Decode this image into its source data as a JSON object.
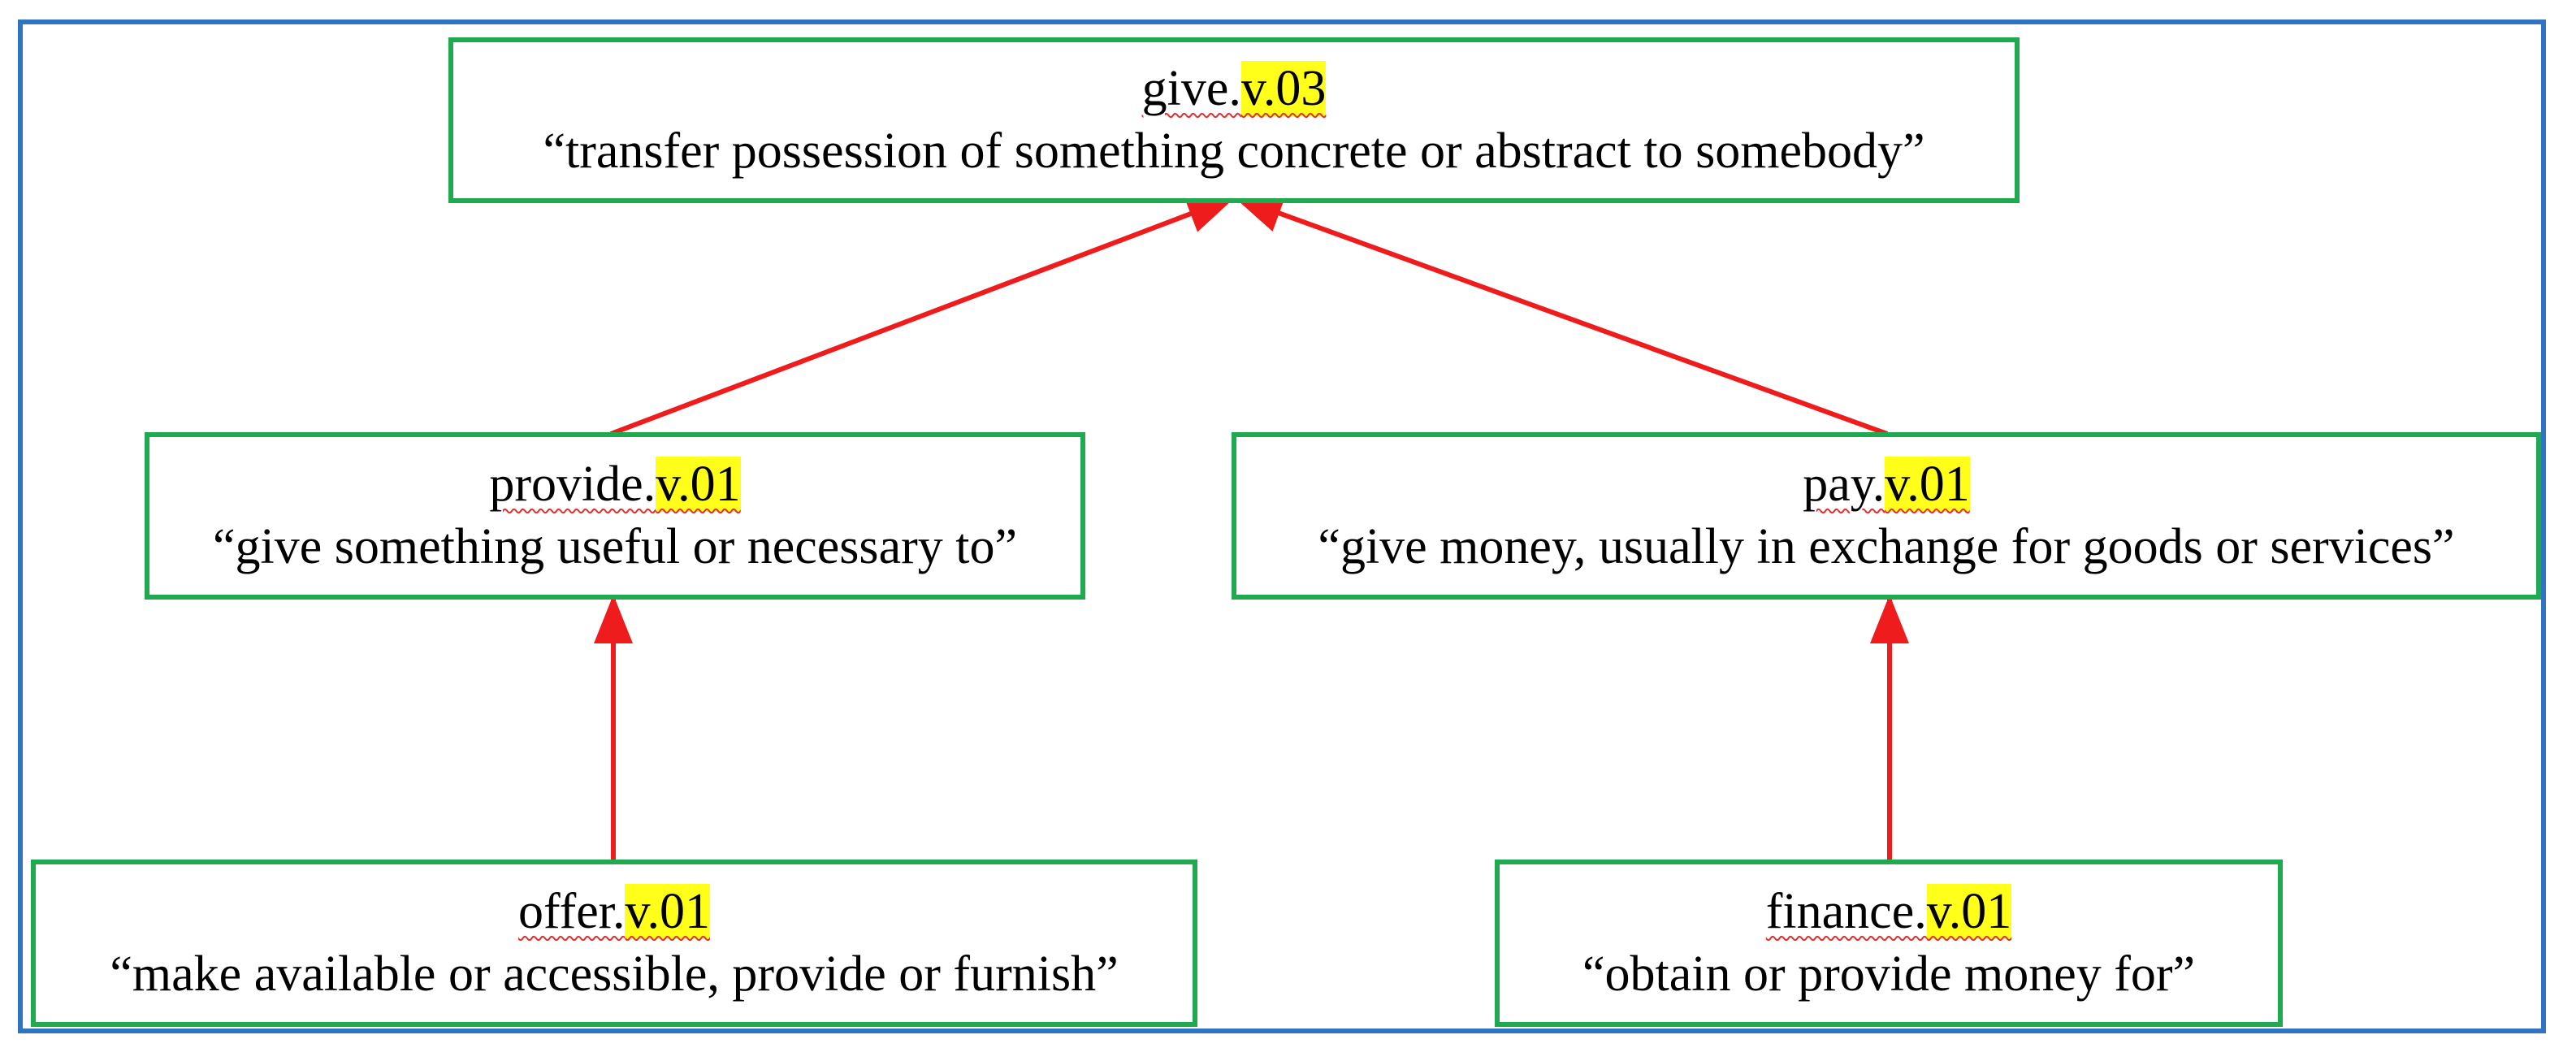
{
  "diagram": {
    "colors": {
      "frame": "#2f74c0",
      "node_border": "#1faa4f",
      "edge": "#ee1c1c",
      "highlight": "#ffff1a"
    },
    "nodes": {
      "give": {
        "lemma": "give.",
        "sense": "v.03",
        "gloss": "“transfer possession of something concrete or abstract to somebody”"
      },
      "provide": {
        "lemma": "provide.",
        "sense": "v.01",
        "gloss": "“give something useful or necessary to”"
      },
      "pay": {
        "lemma": "pay.",
        "sense": "v.01",
        "gloss": "“give money, usually in exchange for goods or services”"
      },
      "offer": {
        "lemma": "offer.",
        "sense": "v.01",
        "gloss": "“make available or accessible, provide or furnish”"
      },
      "finance": {
        "lemma": "finance.",
        "sense": "v.01",
        "gloss": "“obtain or provide money for”"
      }
    },
    "edges": [
      {
        "from": "provide",
        "to": "give"
      },
      {
        "from": "pay",
        "to": "give"
      },
      {
        "from": "offer",
        "to": "provide"
      },
      {
        "from": "finance",
        "to": "pay"
      }
    ]
  }
}
